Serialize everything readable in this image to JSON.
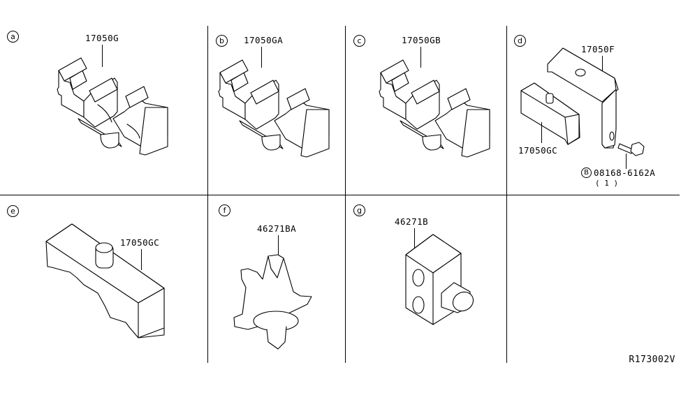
{
  "diagram": {
    "type": "parts-illustration",
    "reference_code": "R173002V",
    "panels": [
      {
        "callout": "a",
        "part_number": "17050G",
        "description": "triple tube clamp"
      },
      {
        "callout": "b",
        "part_number": "17050GA",
        "description": "triple tube clamp"
      },
      {
        "callout": "c",
        "part_number": "17050GB",
        "description": "triple tube clamp"
      },
      {
        "callout": "d",
        "part_number": "17050F",
        "description": "bracket with clamp",
        "sub_parts": [
          {
            "part_number": "17050GC",
            "description": "clamp block"
          },
          {
            "part_number": "08168-6162A",
            "marker": "B",
            "quantity": "( 1 )",
            "description": "bolt"
          }
        ]
      },
      {
        "callout": "e",
        "part_number": "17050GC",
        "description": "clamp block"
      },
      {
        "callout": "f",
        "part_number": "46271BA",
        "description": "push clip"
      },
      {
        "callout": "g",
        "part_number": "46271B",
        "description": "clip block"
      }
    ]
  }
}
